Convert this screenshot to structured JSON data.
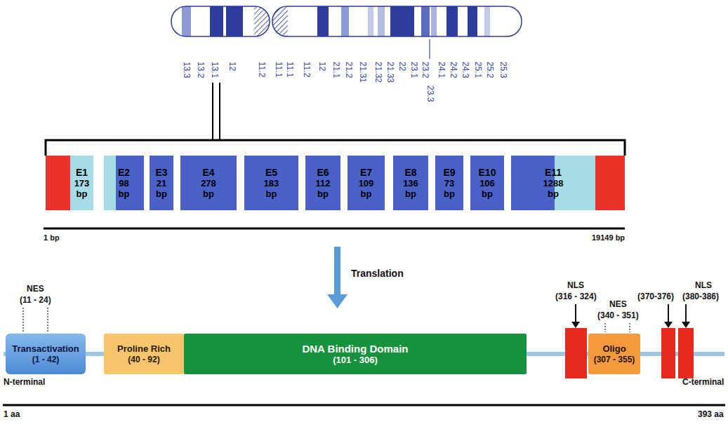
{
  "diagram": {
    "nodes": [
      {
        "text": [
          "E1",
          "173 bp"
        ]
      },
      {
        "text": [
          "E2",
          "98 bp"
        ]
      },
      {
        "text": [
          "E3",
          "21 bp"
        ]
      },
      {
        "text": [
          "E4",
          "278 bp"
        ]
      },
      {
        "text": [
          "E5",
          "183 bp"
        ]
      },
      {
        "text": [
          "E6",
          "112 bp"
        ]
      },
      {
        "text": [
          "E7",
          "109 bp"
        ]
      },
      {
        "text": [
          "E8",
          "136 bp"
        ]
      },
      {
        "text": [
          "E9",
          "73 bp"
        ]
      },
      {
        "text": [
          "E10",
          "106 bp"
        ]
      },
      {
        "text": [
          "E11",
          "1288 bp"
        ]
      },
      {
        "text": [
          "Transactivation",
          "(1 - 42)"
        ]
      },
      {
        "text": [
          "Proline Rich",
          "(40 - 92)"
        ]
      },
      {
        "text": [
          "DNA Binding Domain",
          "(101 - 306)"
        ]
      },
      {
        "text": [
          "Oligo",
          "(307 - 355)"
        ]
      }
    ],
    "labels": [
      "13.3",
      "13.2",
      "13.1",
      "12",
      "11.2",
      "11.1",
      "11.1",
      "11.2",
      "12",
      "21.1",
      "21.2",
      "21.31",
      "21.32",
      "21.33",
      "22",
      "23.1",
      "23.2",
      "23.3",
      "24.1",
      "24.2",
      "24.3",
      "25.1",
      "25.2",
      "25.3",
      "1 bp",
      "19149 bp",
      "Translation",
      "NES",
      "(11 - 24)",
      "NLS",
      "(316 - 324)",
      "NES",
      "(340 - 351)",
      "NLS",
      "(370-376)",
      "(380-386)",
      "N-terminal",
      "C-terminal",
      "1 aa",
      "393 aa"
    ]
  }
}
